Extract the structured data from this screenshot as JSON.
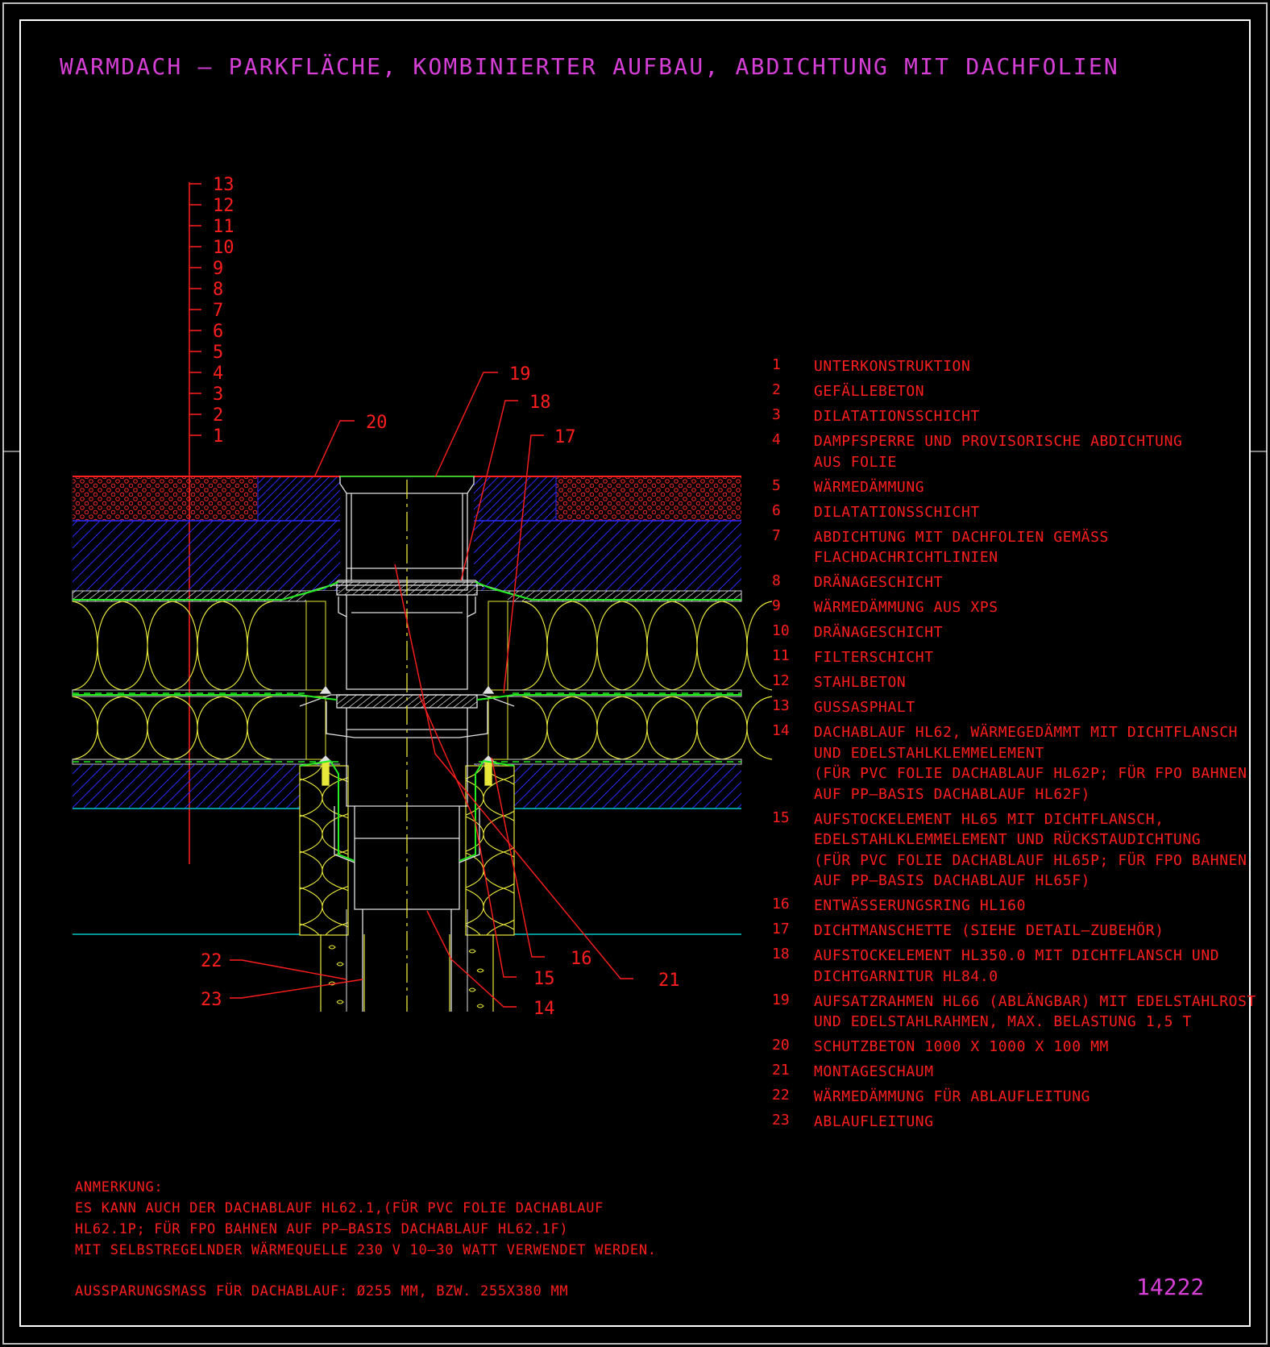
{
  "title": "WARMDACH – PARKFLÄCHE, KOMBINIERTER AUFBAU, ABDICHTUNG MIT DACHFOLIEN",
  "drawing_number": "14222",
  "layer_scale_labels": [
    "13",
    "12",
    "11",
    "10",
    "9",
    "8",
    "7",
    "6",
    "5",
    "4",
    "3",
    "2",
    "1"
  ],
  "legend": [
    {
      "num": "1",
      "lines": [
        "UNTERKONSTRUKTION"
      ]
    },
    {
      "num": "2",
      "lines": [
        "GEFÄLLEBETON"
      ]
    },
    {
      "num": "3",
      "lines": [
        "DILATATIONSSCHICHT"
      ]
    },
    {
      "num": "4",
      "lines": [
        "DAMPFSPERRE UND PROVISORISCHE ABDICHTUNG",
        "AUS FOLIE"
      ]
    },
    {
      "num": "5",
      "lines": [
        "WÄRMEDÄMMUNG"
      ]
    },
    {
      "num": "6",
      "lines": [
        "DILATATIONSSCHICHT"
      ]
    },
    {
      "num": "7",
      "lines": [
        "ABDICHTUNG MIT DACHFOLIEN GEMÄSS",
        "FLACHDACHRICHTLINIEN"
      ]
    },
    {
      "num": "8",
      "lines": [
        "DRÄNAGESCHICHT"
      ]
    },
    {
      "num": "9",
      "lines": [
        "WÄRMEDÄMMUNG AUS XPS"
      ]
    },
    {
      "num": "10",
      "lines": [
        "DRÄNAGESCHICHT"
      ]
    },
    {
      "num": "11",
      "lines": [
        "FILTERSCHICHT"
      ]
    },
    {
      "num": "12",
      "lines": [
        "STAHLBETON"
      ]
    },
    {
      "num": "13",
      "lines": [
        "GUSSASPHALT"
      ]
    },
    {
      "num": "14",
      "lines": [
        "DACHABLAUF HL62, WÄRMEGEDÄMMT MIT DICHTFLANSCH",
        "UND EDELSTAHLKLEMMELEMENT",
        "(FÜR PVC FOLIE DACHABLAUF HL62P; FÜR FPO BAHNEN",
        "AUF PP–BASIS DACHABLAUF HL62F)"
      ]
    },
    {
      "num": "15",
      "lines": [
        "AUFSTOCKELEMENT HL65 MIT DICHTFLANSCH,",
        "EDELSTAHLKLEMMELEMENT UND RÜCKSTAUDICHTUNG",
        "(FÜR PVC FOLIE DACHABLAUF HL65P; FÜR FPO BAHNEN",
        "AUF PP–BASIS DACHABLAUF HL65F)"
      ]
    },
    {
      "num": "16",
      "lines": [
        "ENTWÄSSERUNGSRING HL160"
      ]
    },
    {
      "num": "17",
      "lines": [
        "DICHTMANSCHETTE (SIEHE DETAIL–ZUBEHÖR)"
      ]
    },
    {
      "num": "18",
      "lines": [
        "AUFSTOCKELEMENT HL350.0 MIT DICHTFLANSCH UND",
        "DICHTGARNITUR HL84.0"
      ]
    },
    {
      "num": "19",
      "lines": [
        "AUFSATZRAHMEN HL66 (ABLÄNGBAR) MIT EDELSTAHLROST",
        "UND EDELSTAHLRAHMEN, MAX. BELASTUNG 1,5 T"
      ]
    },
    {
      "num": "20",
      "lines": [
        "SCHUTZBETON 1000 X 1000 X 100 MM"
      ]
    },
    {
      "num": "21",
      "lines": [
        "MONTAGESCHAUM"
      ]
    },
    {
      "num": "22",
      "lines": [
        "WÄRMEDÄMMUNG FÜR ABLAUFLEITUNG"
      ]
    },
    {
      "num": "23",
      "lines": [
        "ABLAUFLEITUNG"
      ]
    }
  ],
  "callout_labels": {
    "l19": "19",
    "l18": "18",
    "l17": "17",
    "l20": "20",
    "l16": "16",
    "l21": "21",
    "l15": "15",
    "l14": "14",
    "l22": "22",
    "l23": "23"
  },
  "notes": {
    "heading": "ANMERKUNG:",
    "lines": [
      "ES KANN AUCH DER DACHABLAUF HL62.1,(FÜR PVC FOLIE DACHABLAUF",
      "HL62.1P; FÜR FPO BAHNEN AUF PP–BASIS DACHABLAUF HL62.1F)",
      "MIT SELBSTREGELNDER WÄRMEQUELLE 230 V 10–30 WATT VERWENDET WERDEN."
    ],
    "dimension": "AUSSPARUNGSMASS FÜR DACHABLAUF: Ø255 MM, BZW. 255X380 MM"
  },
  "colors": {
    "background": "#000000",
    "frame": "#ffffff",
    "title": "#d63fd6",
    "text": "#ff1e1e",
    "concrete_hatch": "#2a2aff",
    "insulation": "#e8e83a",
    "membrane": "#22ee22",
    "level_line": "#00c8c8"
  }
}
